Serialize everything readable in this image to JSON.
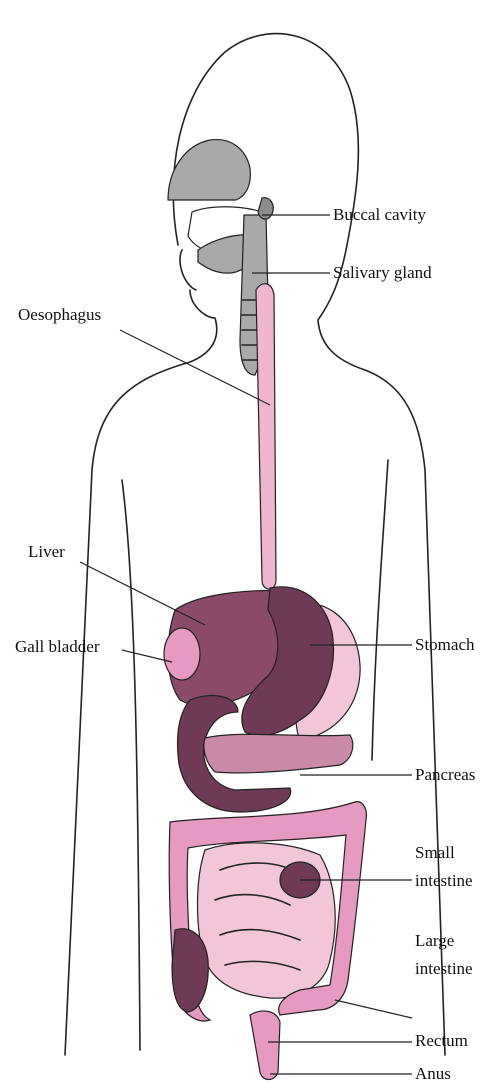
{
  "colors": {
    "outline": "#222222",
    "grey_organ": "#a9a9a9",
    "dark_organ": "#6e3a55",
    "organ_pink": "#c98aa8",
    "light_pink": "#f2c6d8",
    "bright_pink": "#e69ac2",
    "oesophagus": "#f0b6cf"
  },
  "labels": {
    "buccal_cavity": "Buccal cavity",
    "salivary_gland": "Salivary gland",
    "oesophagus": "Oesophagus",
    "liver": "Liver",
    "gall_bladder": "Gall bladder",
    "stomach": "Stomach",
    "pancreas": "Pancreas",
    "small_intestine_1": "Small",
    "small_intestine_2": "intestine",
    "large_intestine_1": "Large",
    "large_intestine_2": "intestine",
    "rectum": "Rectum",
    "anus": "Anus"
  }
}
